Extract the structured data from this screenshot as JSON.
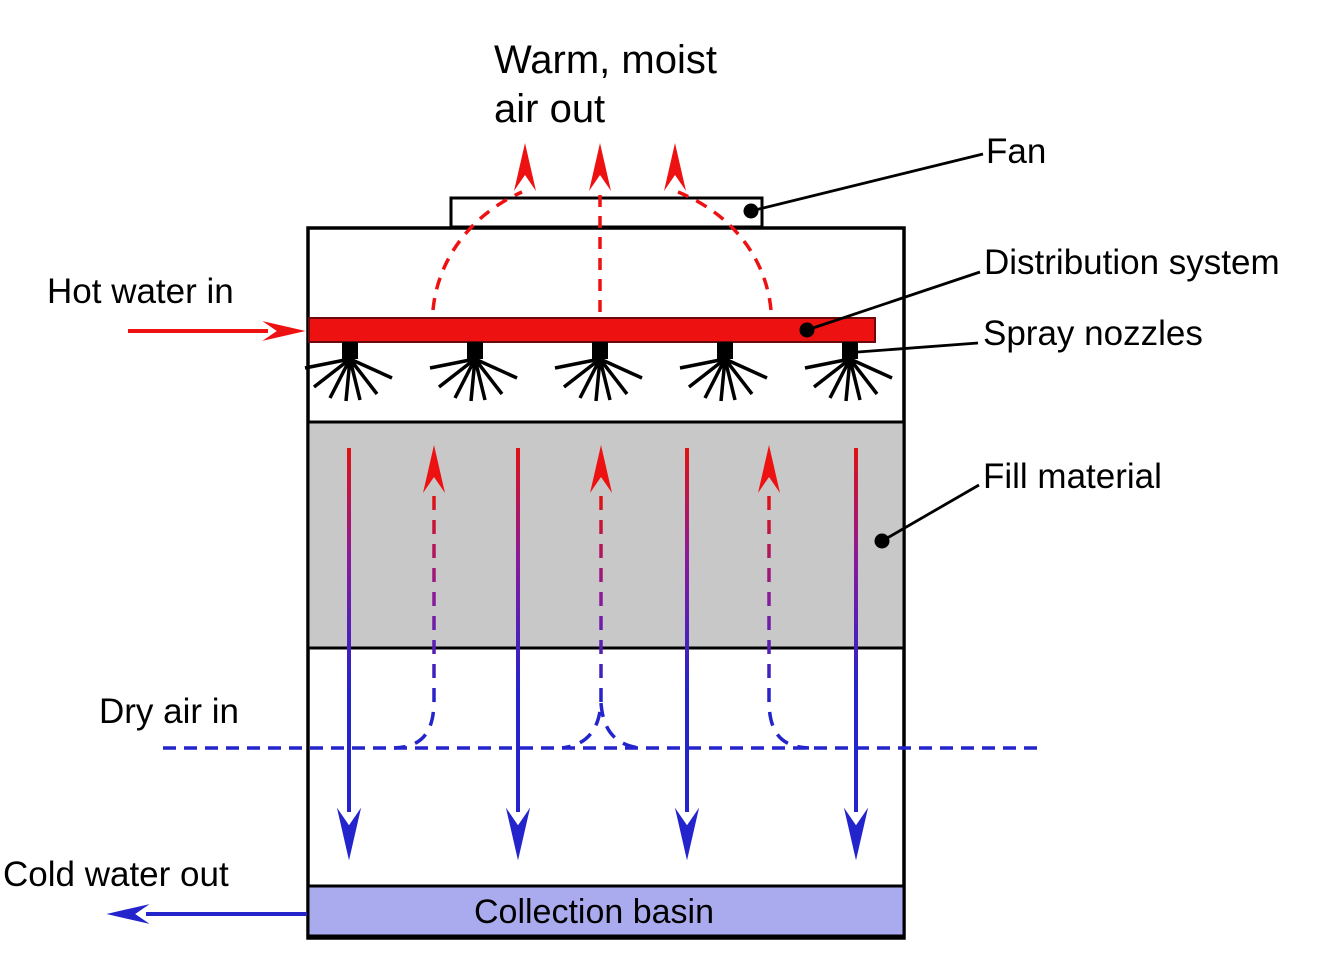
{
  "diagram_title": {
    "line1": "Warm, moist",
    "line2": "air out"
  },
  "labels": {
    "fan": "Fan",
    "distribution_system": "Distribution system",
    "spray_nozzles": "Spray nozzles",
    "fill_material": "Fill material",
    "hot_water_in": "Hot water in",
    "dry_air_in": "Dry air in",
    "cold_water_out": "Cold water out",
    "collection_basin": "Collection basin"
  },
  "colors": {
    "red": "#ee1111",
    "blue": "#2424cc",
    "basin_blue": "#aaaaee",
    "fill_gray": "#c8c8c8",
    "outline_black": "#000000"
  }
}
